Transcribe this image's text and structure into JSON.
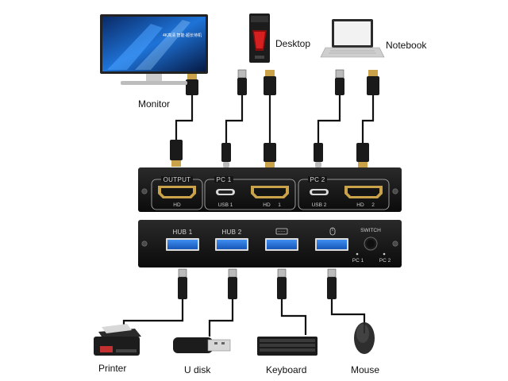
{
  "devices": {
    "monitor": {
      "label": "Monitor",
      "screen_text": "4K高清 智能·超长待机"
    },
    "desktop": {
      "label": "Desktop"
    },
    "notebook": {
      "label": "Notebook"
    },
    "printer": {
      "label": "Printer"
    },
    "udisk": {
      "label": "U disk"
    },
    "keyboard": {
      "label": "Keyboard"
    },
    "mouse": {
      "label": "Mouse"
    }
  },
  "front_panel": {
    "output": {
      "title": "OUTPUT",
      "port": "HD"
    },
    "pc1": {
      "title": "PC 1",
      "usb": "USB 1",
      "hd": "HD",
      "hd_num": "1"
    },
    "pc2": {
      "title": "PC 2",
      "usb": "USB 2",
      "hd": "HD",
      "hd_num": "2"
    }
  },
  "back_panel": {
    "hub1": "HUB  1",
    "hub2": "HUB  2",
    "switch": "SWITCH",
    "pc1": "PC 1",
    "pc2": "PC 2"
  },
  "colors": {
    "panel": "#111111",
    "port_blue": "#1f6fd6",
    "hdmi_gold": "#c9a24a",
    "cable": "#111111"
  }
}
